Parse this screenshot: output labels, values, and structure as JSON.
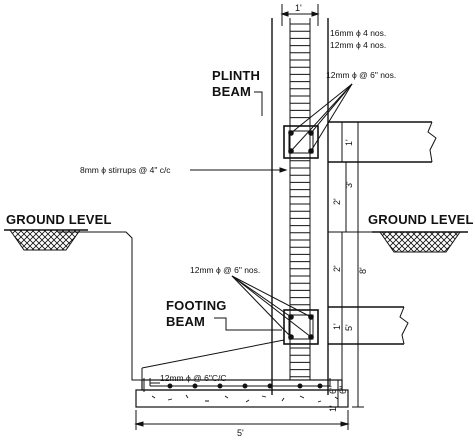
{
  "labels": {
    "ground_level_left": "GROUND LEVEL",
    "ground_level_right": "GROUND LEVEL",
    "plinth_beam_line1": "PLINTH",
    "plinth_beam_line2": "BEAM",
    "footing_beam_line1": "FOOTING",
    "footing_beam_line2": "BEAM",
    "main_bars_16": "16mm ϕ 4 nos.",
    "main_bars_12": "12mm ϕ 4 nos.",
    "plinth_stirrup_bars": "12mm ϕ @ 6\" nos.",
    "column_stirrups": "8mm ϕ stirrups @ 4\" c/c",
    "footing_beam_bars": "12mm ϕ @ 6\" nos.",
    "footing_mesh": "12mm ϕ @ 6\"C/C"
  },
  "dimensions": {
    "column_width": "1'",
    "footing_width": "5'",
    "dim_1a": "1'",
    "dim_3": "3'",
    "dim_2a": "2'",
    "dim_2b": "2'",
    "dim_8": "8'",
    "dim_1b": "1'",
    "dim_5": "5'",
    "dim_6in": "6\"",
    "dim_1c": "1'",
    "dim_6in_b": "6\""
  },
  "colors": {
    "line": "#111111",
    "background": "#ffffff"
  }
}
